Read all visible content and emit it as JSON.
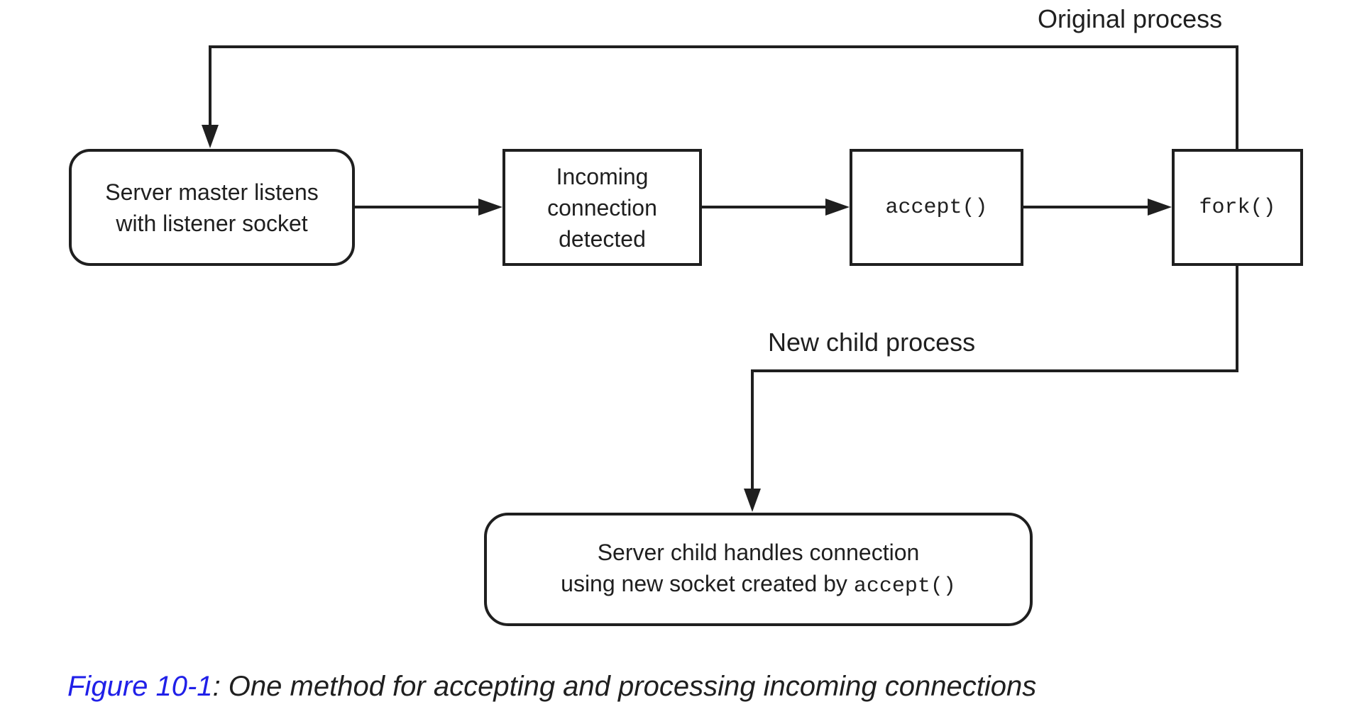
{
  "colors": {
    "ink": "#1f1f1f",
    "figure_blue": "#2020e8",
    "background": "#ffffff"
  },
  "labels": {
    "original_process": "Original process",
    "new_child_process": "New child process"
  },
  "boxes": {
    "master": {
      "lines": [
        "Server master listens",
        "with listener socket"
      ]
    },
    "incoming": {
      "lines": [
        "Incoming",
        "connection",
        "detected"
      ]
    },
    "accept": {
      "code": "accept()"
    },
    "fork": {
      "code": "fork()"
    },
    "child": {
      "line1": "Server child handles connection",
      "line2_prefix": "using new socket created by ",
      "line2_code": "accept()"
    }
  },
  "caption": {
    "figure_label": "Figure 10-1",
    "separator": ": ",
    "text": "One method for accepting and processing incoming connections"
  }
}
